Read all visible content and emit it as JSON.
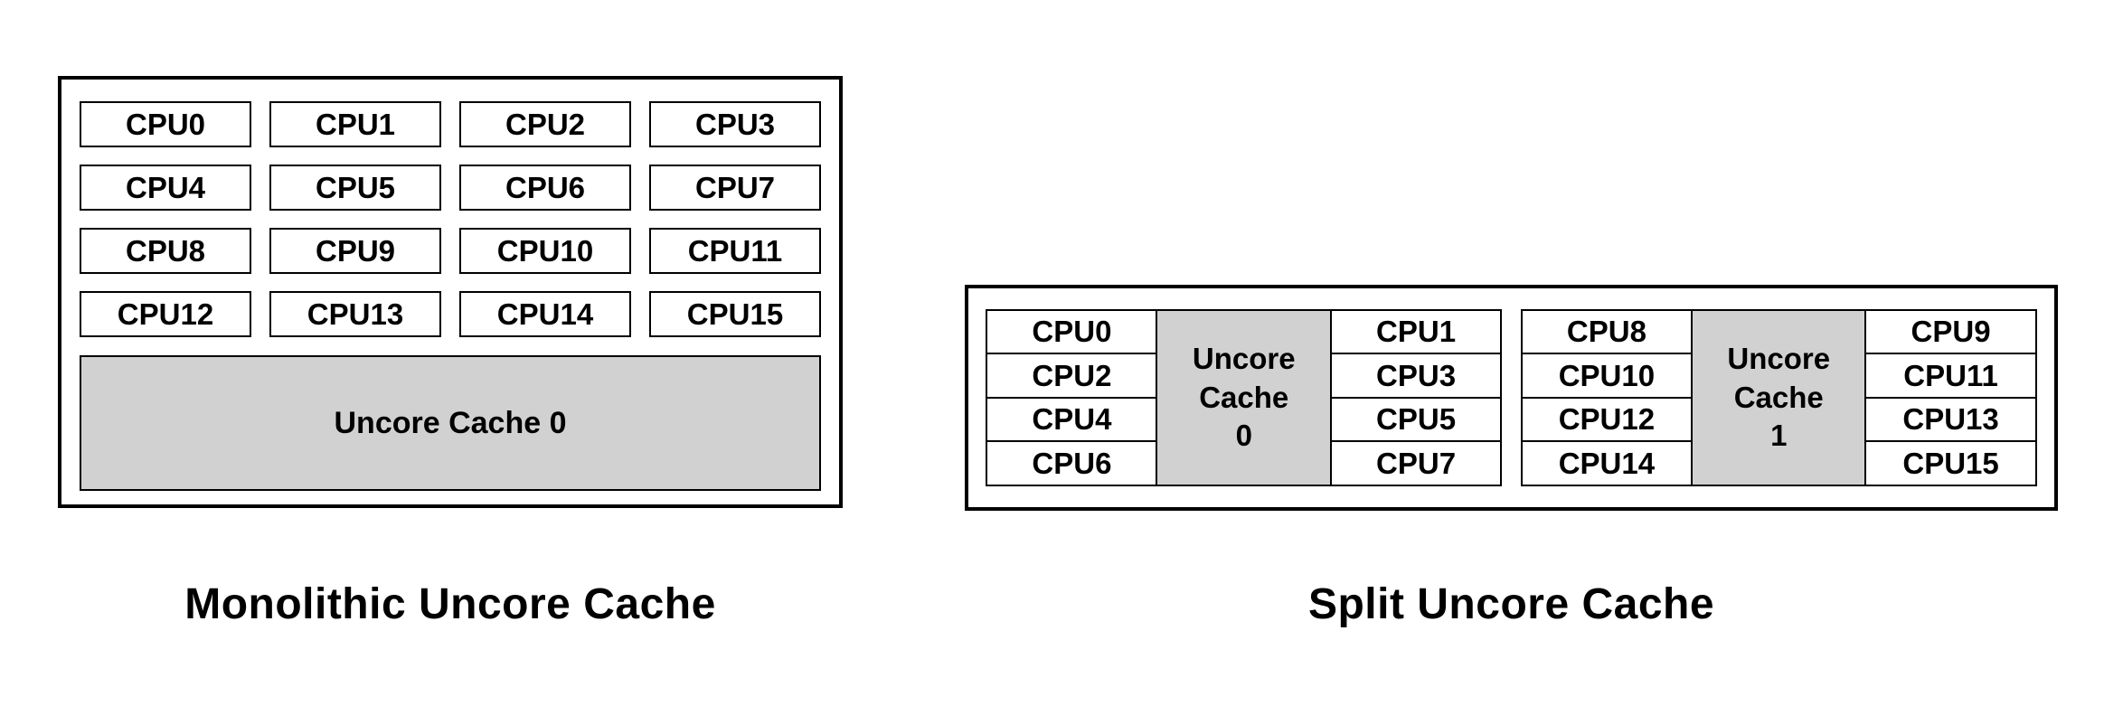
{
  "colors": {
    "background": "#ffffff",
    "border": "#000000",
    "cache_fill": "#d1d1d1",
    "text": "#000000"
  },
  "monolithic": {
    "caption": "Monolithic Uncore Cache",
    "cache_label": "Uncore Cache 0",
    "cpus": [
      "CPU0",
      "CPU1",
      "CPU2",
      "CPU3",
      "CPU4",
      "CPU5",
      "CPU6",
      "CPU7",
      "CPU8",
      "CPU9",
      "CPU10",
      "CPU11",
      "CPU12",
      "CPU13",
      "CPU14",
      "CPU15"
    ]
  },
  "split": {
    "caption": "Split Uncore Cache",
    "clusters": [
      {
        "left_cpus": [
          "CPU0",
          "CPU2",
          "CPU4",
          "CPU6"
        ],
        "cache_lines": [
          "Uncore",
          "Cache",
          "0"
        ],
        "right_cpus": [
          "CPU1",
          "CPU3",
          "CPU5",
          "CPU7"
        ]
      },
      {
        "left_cpus": [
          "CPU8",
          "CPU10",
          "CPU12",
          "CPU14"
        ],
        "cache_lines": [
          "Uncore",
          "Cache",
          "1"
        ],
        "right_cpus": [
          "CPU9",
          "CPU11",
          "CPU13",
          "CPU15"
        ]
      }
    ]
  }
}
